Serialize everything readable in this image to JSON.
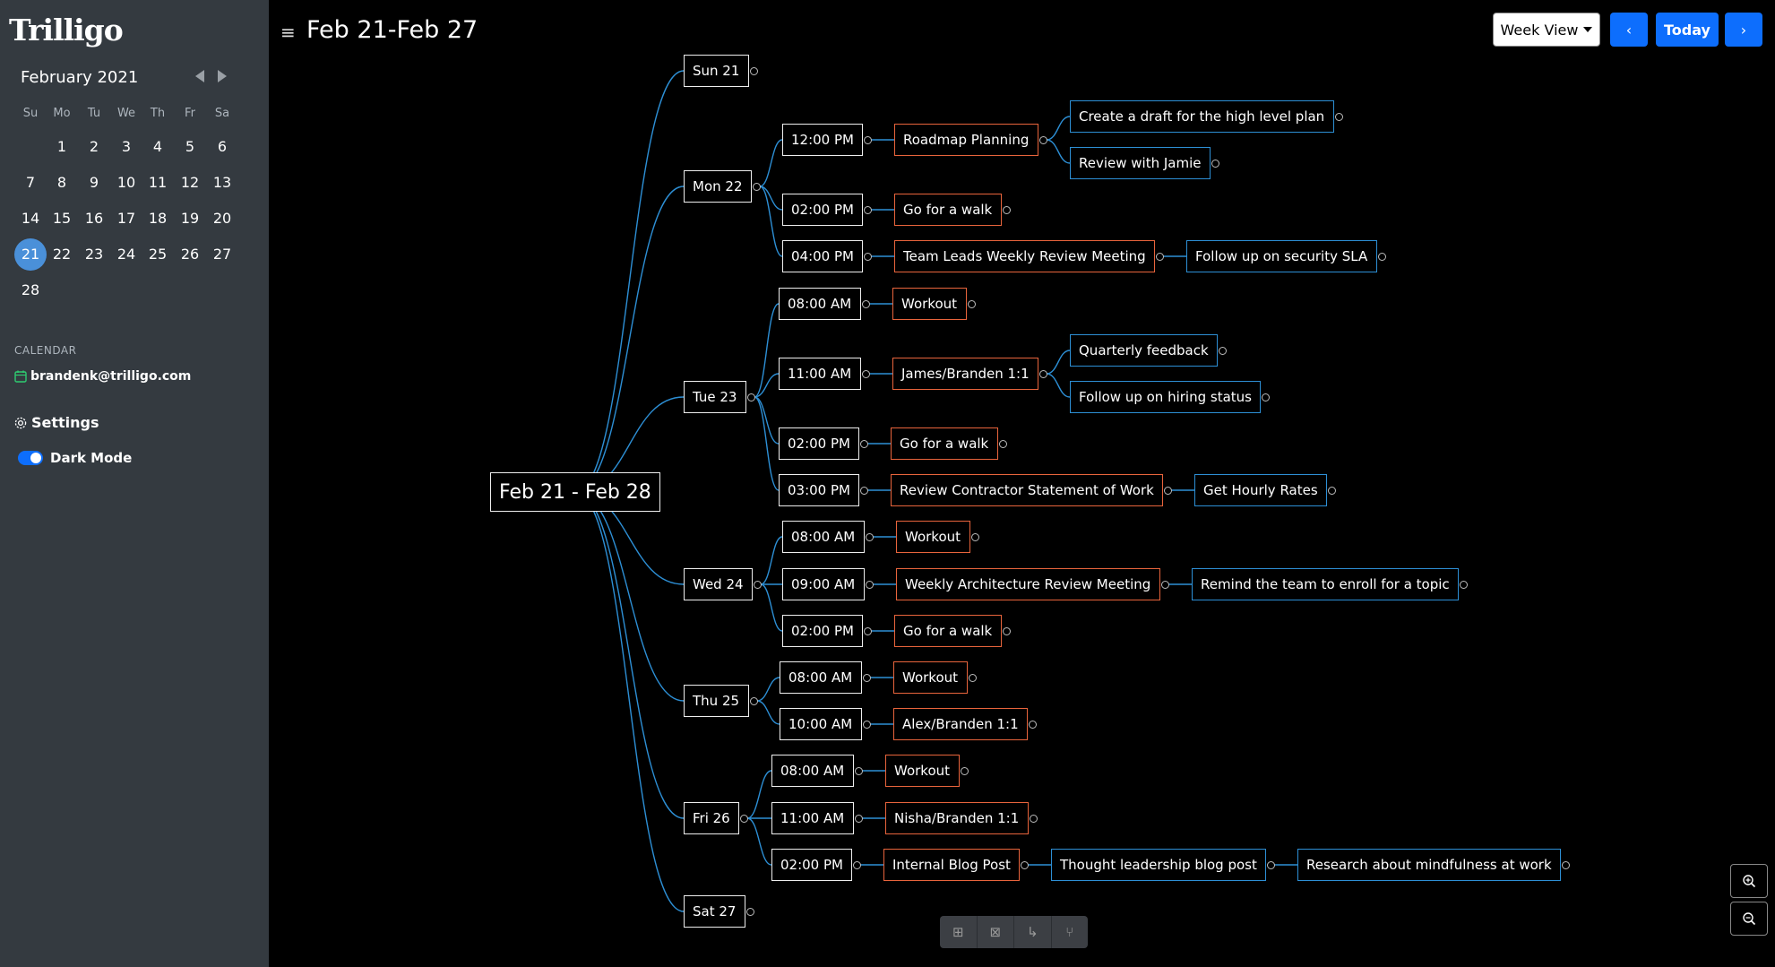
{
  "sidebar": {
    "logo": "Trilligo",
    "month_title": "February 2021",
    "weekdays": [
      "Su",
      "Mo",
      "Tu",
      "We",
      "Th",
      "Fr",
      "Sa"
    ],
    "days": [
      "1",
      "2",
      "3",
      "4",
      "5",
      "6",
      "7",
      "8",
      "9",
      "10",
      "11",
      "12",
      "13",
      "14",
      "15",
      "16",
      "17",
      "18",
      "19",
      "20",
      "21",
      "22",
      "23",
      "24",
      "25",
      "26",
      "27",
      "28"
    ],
    "selected_day": "21",
    "calendar_heading": "CALENDAR",
    "account": "brandenk@trilligo.com",
    "settings_label": "Settings",
    "dark_mode_label": "Dark Mode",
    "dark_mode_on": true
  },
  "header": {
    "title": "Feb 21-Feb 27",
    "view_label": "Week View",
    "prev_label": "‹",
    "today_label": "Today",
    "next_label": "›"
  },
  "mindmap": {
    "root": "Feb 21 - Feb 28",
    "days": [
      {
        "label": "Sun 21",
        "slots": []
      },
      {
        "label": "Mon 22",
        "slots": [
          {
            "time": "12:00 PM",
            "event": "Roadmap Planning",
            "tasks": [
              "Create a draft for the high level plan",
              "Review with Jamie"
            ]
          },
          {
            "time": "02:00 PM",
            "event": "Go for a walk",
            "tasks": []
          },
          {
            "time": "04:00 PM",
            "event": "Team Leads Weekly Review Meeting",
            "tasks": [
              "Follow up on security SLA"
            ]
          }
        ]
      },
      {
        "label": "Tue 23",
        "slots": [
          {
            "time": "08:00 AM",
            "event": "Workout",
            "tasks": []
          },
          {
            "time": "11:00 AM",
            "event": "James/Branden 1:1",
            "tasks": [
              "Quarterly feedback",
              "Follow up on hiring status"
            ]
          },
          {
            "time": "02:00 PM",
            "event": "Go for a walk",
            "tasks": []
          },
          {
            "time": "03:00 PM",
            "event": "Review Contractor Statement of Work",
            "tasks": [
              "Get Hourly Rates"
            ]
          }
        ]
      },
      {
        "label": "Wed 24",
        "slots": [
          {
            "time": "08:00 AM",
            "event": "Workout",
            "tasks": []
          },
          {
            "time": "09:00 AM",
            "event": "Weekly Architecture Review Meeting",
            "tasks": [
              "Remind the team to enroll for a topic"
            ]
          },
          {
            "time": "02:00 PM",
            "event": "Go for a walk",
            "tasks": []
          }
        ]
      },
      {
        "label": "Thu 25",
        "slots": [
          {
            "time": "08:00 AM",
            "event": "Workout",
            "tasks": []
          },
          {
            "time": "10:00 AM",
            "event": "Alex/Branden 1:1",
            "tasks": []
          }
        ]
      },
      {
        "label": "Fri 26",
        "slots": [
          {
            "time": "08:00 AM",
            "event": "Workout",
            "tasks": []
          },
          {
            "time": "11:00 AM",
            "event": "Nisha/Branden 1:1",
            "tasks": []
          },
          {
            "time": "02:00 PM",
            "event": "Internal Blog Post",
            "tasks": [
              "Thought leadership blog post"
            ],
            "subtasks": [
              "Research about mindfulness at work"
            ]
          }
        ]
      },
      {
        "label": "Sat 27",
        "slots": []
      }
    ]
  },
  "toolbar": {
    "tools": [
      {
        "name": "add-node",
        "glyph": "⊞"
      },
      {
        "name": "delete-node",
        "glyph": "⊠"
      },
      {
        "name": "add-child",
        "glyph": "↳"
      },
      {
        "name": "branch",
        "glyph": "⑂"
      }
    ]
  },
  "zoom": {
    "in_glyph": "⊕",
    "out_glyph": "⊖"
  },
  "colors": {
    "sidebar": "#343a40",
    "accent": "#0d6efd",
    "event_border": "#e8643c",
    "task_border": "#2d8fd5",
    "link": "#2d8fd5"
  }
}
